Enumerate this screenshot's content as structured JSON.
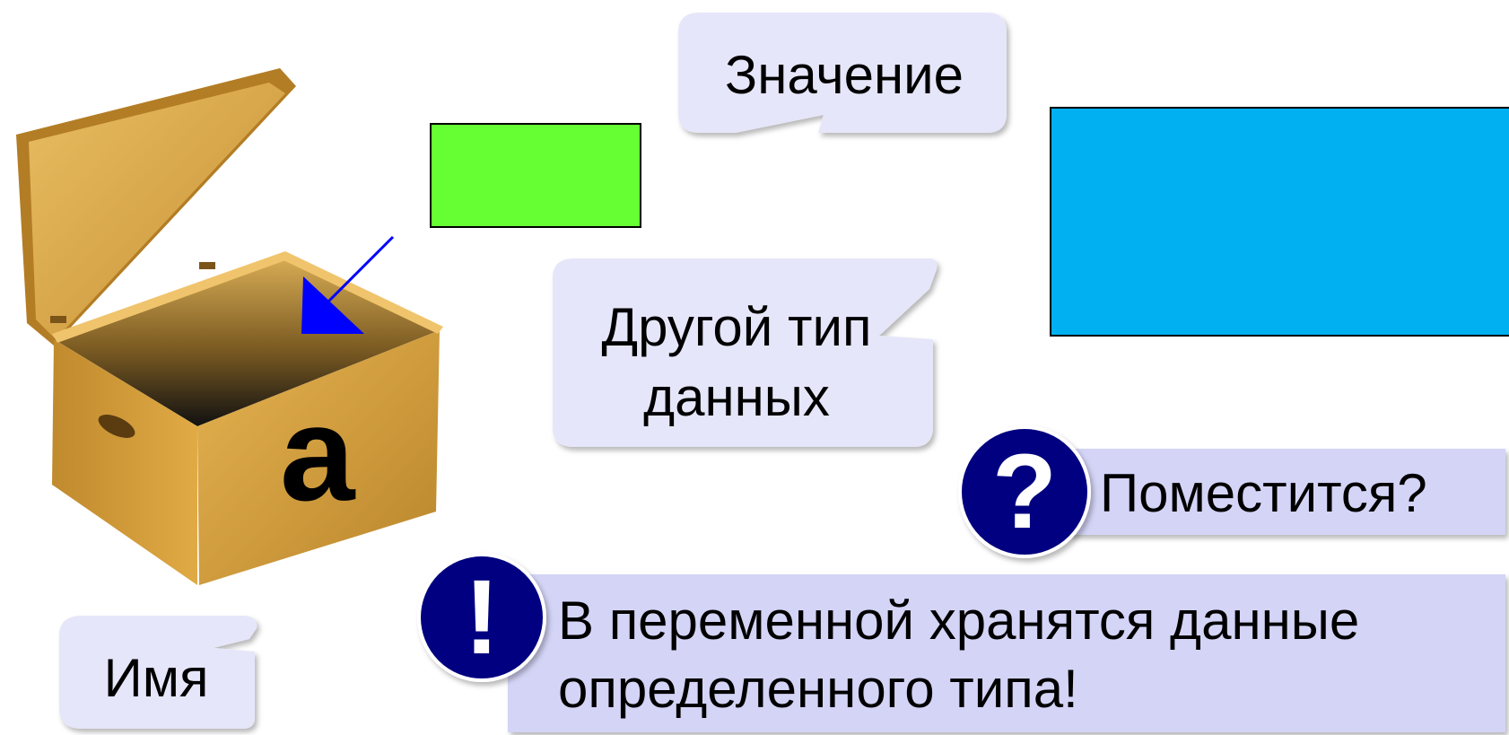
{
  "labels": {
    "value": "Значение",
    "other_type_line1": "Другой тип",
    "other_type_line2": "данных",
    "name": "Имя"
  },
  "variable_name": "a",
  "question": {
    "symbol": "?",
    "text": "Поместится?"
  },
  "note": {
    "symbol": "!",
    "line1": "В переменной хранятся данные",
    "line2": "определенного типа!"
  },
  "colors": {
    "bubble_fill": "#e6e6fa",
    "callout_fill": "#d4d4f7",
    "badge_fill": "#000080",
    "small_block": "#66ff33",
    "large_block": "#00b0f0",
    "arrow": "#0000ff",
    "box_wood": "#d8a23c"
  }
}
